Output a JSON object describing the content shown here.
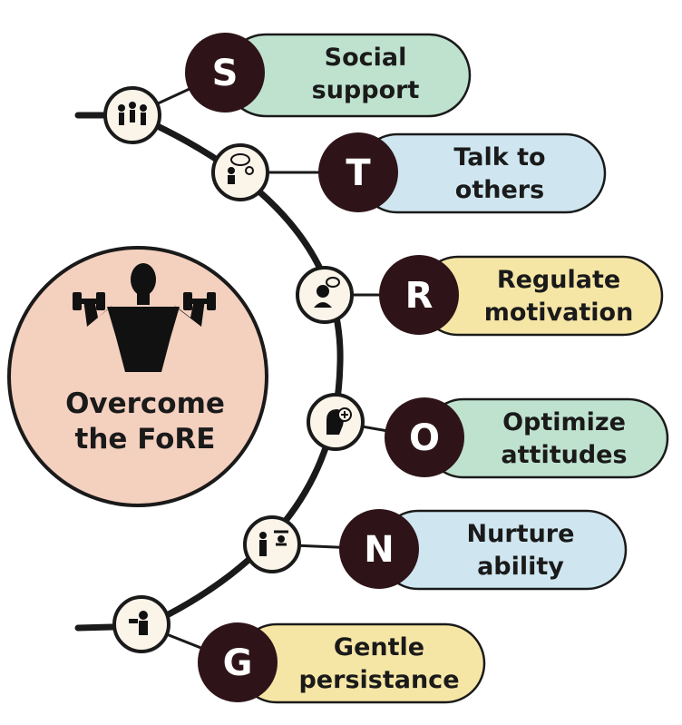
{
  "goal": {
    "line1": "Overcome",
    "line2": "the FoRE",
    "fill_color": "#f4d0bf",
    "icon": "woman-lifting-dumbbells-icon"
  },
  "steps": [
    {
      "letter": "S",
      "line1": "Social",
      "line2": "support",
      "pill_color": "#bfe2cf",
      "icon": "group-of-people-icon"
    },
    {
      "letter": "T",
      "line1": "Talk to",
      "line2": "others",
      "pill_color": "#cfe6f0",
      "icon": "conversation-icon"
    },
    {
      "letter": "R",
      "line1": "Regulate",
      "line2": "motivation",
      "pill_color": "#f6e6a6",
      "icon": "person-thinking-icon"
    },
    {
      "letter": "O",
      "line1": "Optimize",
      "line2": "attitudes",
      "pill_color": "#bfe2cf",
      "icon": "head-with-plus-icon"
    },
    {
      "letter": "N",
      "line1": "Nurture",
      "line2": "ability",
      "pill_color": "#cfe6f0",
      "icon": "coach-and-trainee-icon"
    },
    {
      "letter": "G",
      "line1": "Gentle",
      "line2": "persistance",
      "pill_color": "#f6e6a6",
      "icon": "person-lifting-weights-icon"
    }
  ],
  "colors": {
    "letter_circle": "#2e1418",
    "arc": "#1a1a1a",
    "icon_circle_fill": "#fbf4e9",
    "text": "#1a1a1a"
  }
}
